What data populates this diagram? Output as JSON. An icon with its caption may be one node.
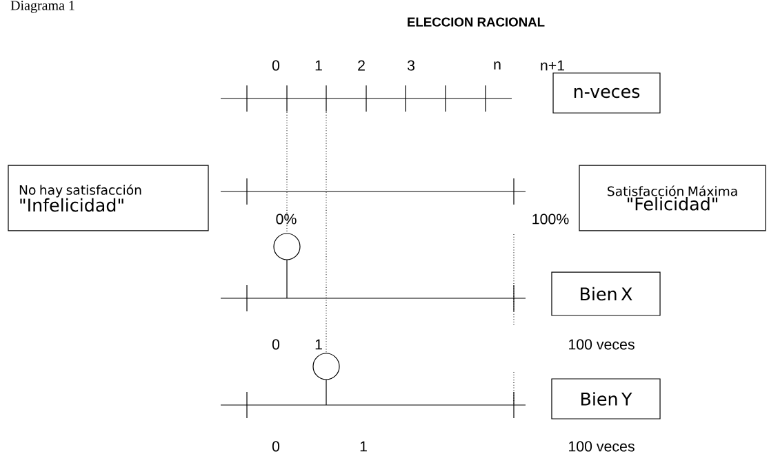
{
  "diagram": {
    "title": "ELECCION RACIONAL",
    "nodes": [
      {
        "text": [
          "n-veces"
        ]
      },
      {
        "text": [
          "No hay satisfacción",
          "\"Infelicidad\""
        ]
      },
      {
        "text": [
          "Satisfacción Máxima",
          "\"Felicidad\""
        ]
      },
      {
        "text": [
          "Bien X"
        ]
      },
      {
        "text": [
          "Bien Y"
        ]
      }
    ],
    "labels": [
      "Diagrama 1",
      "0",
      "1",
      "2",
      "3",
      "n",
      "n+1",
      "0%",
      "100%",
      "0",
      "1",
      "100 veces",
      "0",
      "1",
      "100 veces"
    ]
  }
}
